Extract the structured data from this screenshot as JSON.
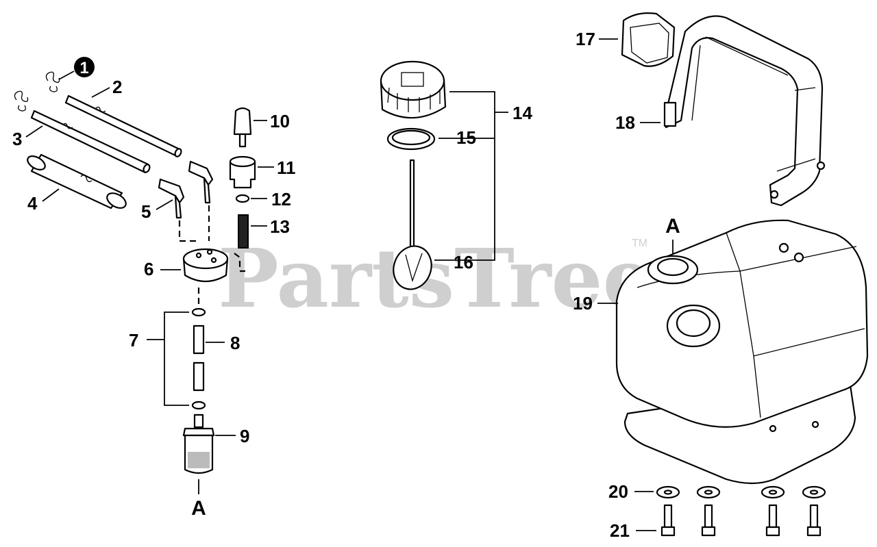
{
  "watermark": {
    "text": "PartsTree",
    "trademark": "TM"
  },
  "callouts": {
    "c1": "1",
    "c2": "2",
    "c3": "3",
    "c4": "4",
    "c5": "5",
    "c6": "6",
    "c7": "7",
    "c8": "8",
    "c9": "9",
    "c10": "10",
    "c11": "11",
    "c12": "12",
    "c13": "13",
    "c14": "14",
    "c15": "15",
    "c16": "16",
    "c17": "17",
    "c18": "18",
    "c19": "19",
    "c20": "20",
    "c21": "21"
  },
  "connection_labels": {
    "bottom": "A",
    "tank": "A"
  }
}
